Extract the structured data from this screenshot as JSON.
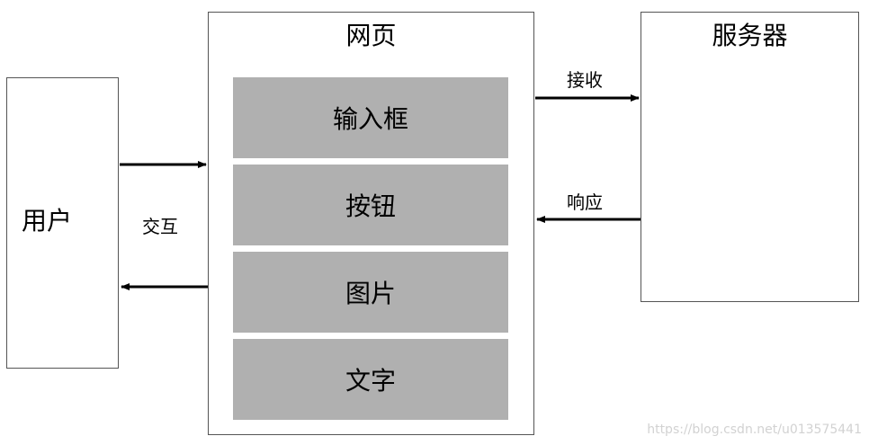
{
  "user": {
    "label": "用户"
  },
  "webpage": {
    "title": "网页",
    "components": [
      "输入框",
      "按钮",
      "图片",
      "文字"
    ]
  },
  "server": {
    "title": "服务器"
  },
  "edges": {
    "interact": "交互",
    "receive": "接收",
    "response": "响应"
  },
  "watermark": "https://blog.csdn.net/u013575441",
  "colors": {
    "component_fill": "#b0b0b0",
    "box_border": "#555555",
    "arrow": "#000000",
    "watermark": "#d2d2d2"
  }
}
